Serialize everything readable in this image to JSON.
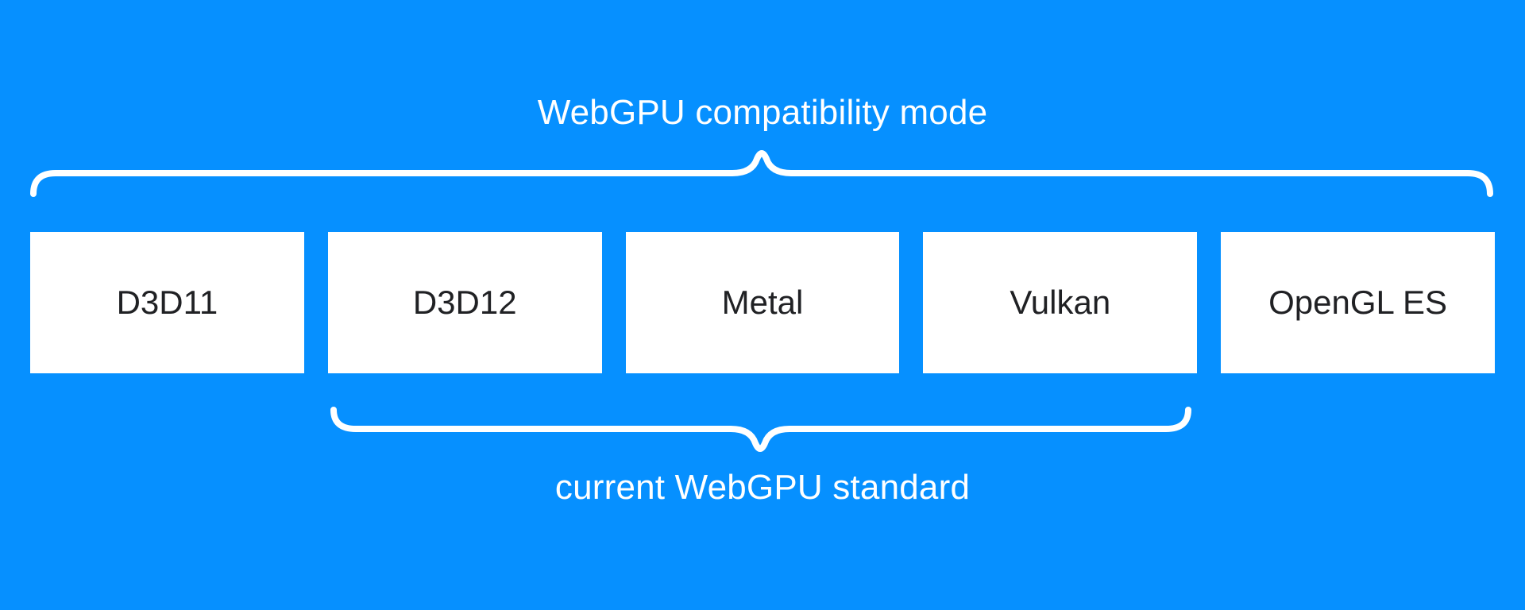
{
  "diagram": {
    "top_label": "WebGPU compatibility mode",
    "bottom_label": "current WebGPU standard",
    "boxes": [
      {
        "label": "D3D11"
      },
      {
        "label": "D3D12"
      },
      {
        "label": "Metal"
      },
      {
        "label": "Vulkan"
      },
      {
        "label": "OpenGL ES"
      }
    ]
  },
  "colors": {
    "background": "#0690ff",
    "box_bg": "#ffffff",
    "box_text": "#202124",
    "label_text": "#ffffff",
    "brace_color": "#ffffff"
  }
}
